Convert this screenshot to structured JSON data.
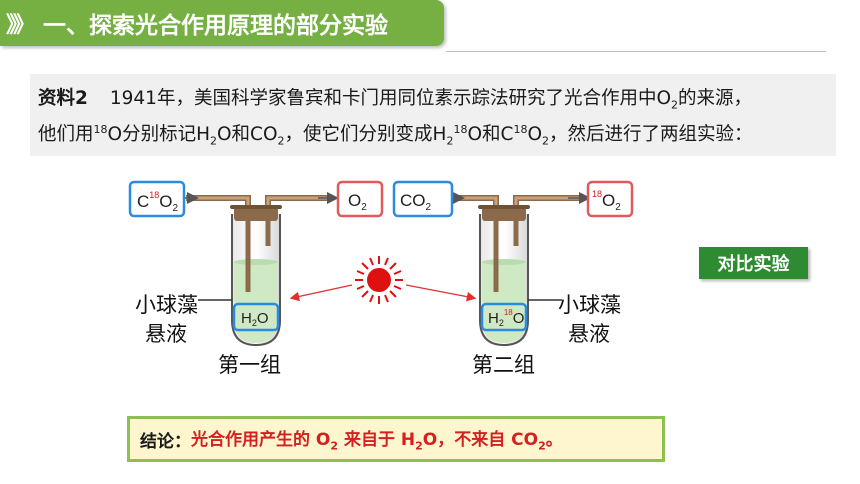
{
  "header": {
    "chevrons": "》》",
    "title": "一、探索光合作用原理的部分实验"
  },
  "material": {
    "label": "资料2",
    "line1_text": "1941年，美国科学家鲁宾和卡门用同位素示踪法研究了光合作用中O",
    "line1_sub": "2",
    "line1_end": "的来源，",
    "line2": {
      "p1": "他们用",
      "sup1": "18",
      "p2": "O分别标记H",
      "sub1": "2",
      "p3": "O和CO",
      "sub2": "2",
      "p4": "，使它们分别变成H",
      "sub3": "2",
      "sup2": "18",
      "p5": "O和C",
      "sup3": "18",
      "p6": "O",
      "sub4": "2",
      "p7": "，然后进行了两组实验："
    }
  },
  "diagram": {
    "left_input": {
      "main": "C",
      "sup": "18",
      "o": "O",
      "sub": "2"
    },
    "left_output": {
      "main": "O",
      "sub": "2"
    },
    "right_input": {
      "main": "CO",
      "sub": "2"
    },
    "right_output": {
      "sup": "18",
      "main": "O",
      "sub": "2"
    },
    "left_water": {
      "h": "H",
      "sub": "2",
      "o": "O"
    },
    "right_water": {
      "h": "H",
      "sub": "2",
      "sup": "18",
      "o": "O"
    },
    "suspension_label_line1": "小球藻",
    "suspension_label_line2": "悬液",
    "group1": "第一组",
    "group2": "第二组",
    "colors": {
      "blue_box": "#2a8ce0",
      "red_box": "#e05a5a",
      "sun": "#e01010",
      "tube_liquid": "#cfe9c4",
      "pipe": "#8a6a4a"
    }
  },
  "contrast_label": "对比实验",
  "conclusion": {
    "label": "结论：",
    "text_a": "光合作用产生的 O",
    "sub_a": "2",
    "text_b": " 来自于 H",
    "sub_b": "2",
    "text_c": "O，不来自 CO",
    "sub_c": "2",
    "text_d": "。"
  }
}
